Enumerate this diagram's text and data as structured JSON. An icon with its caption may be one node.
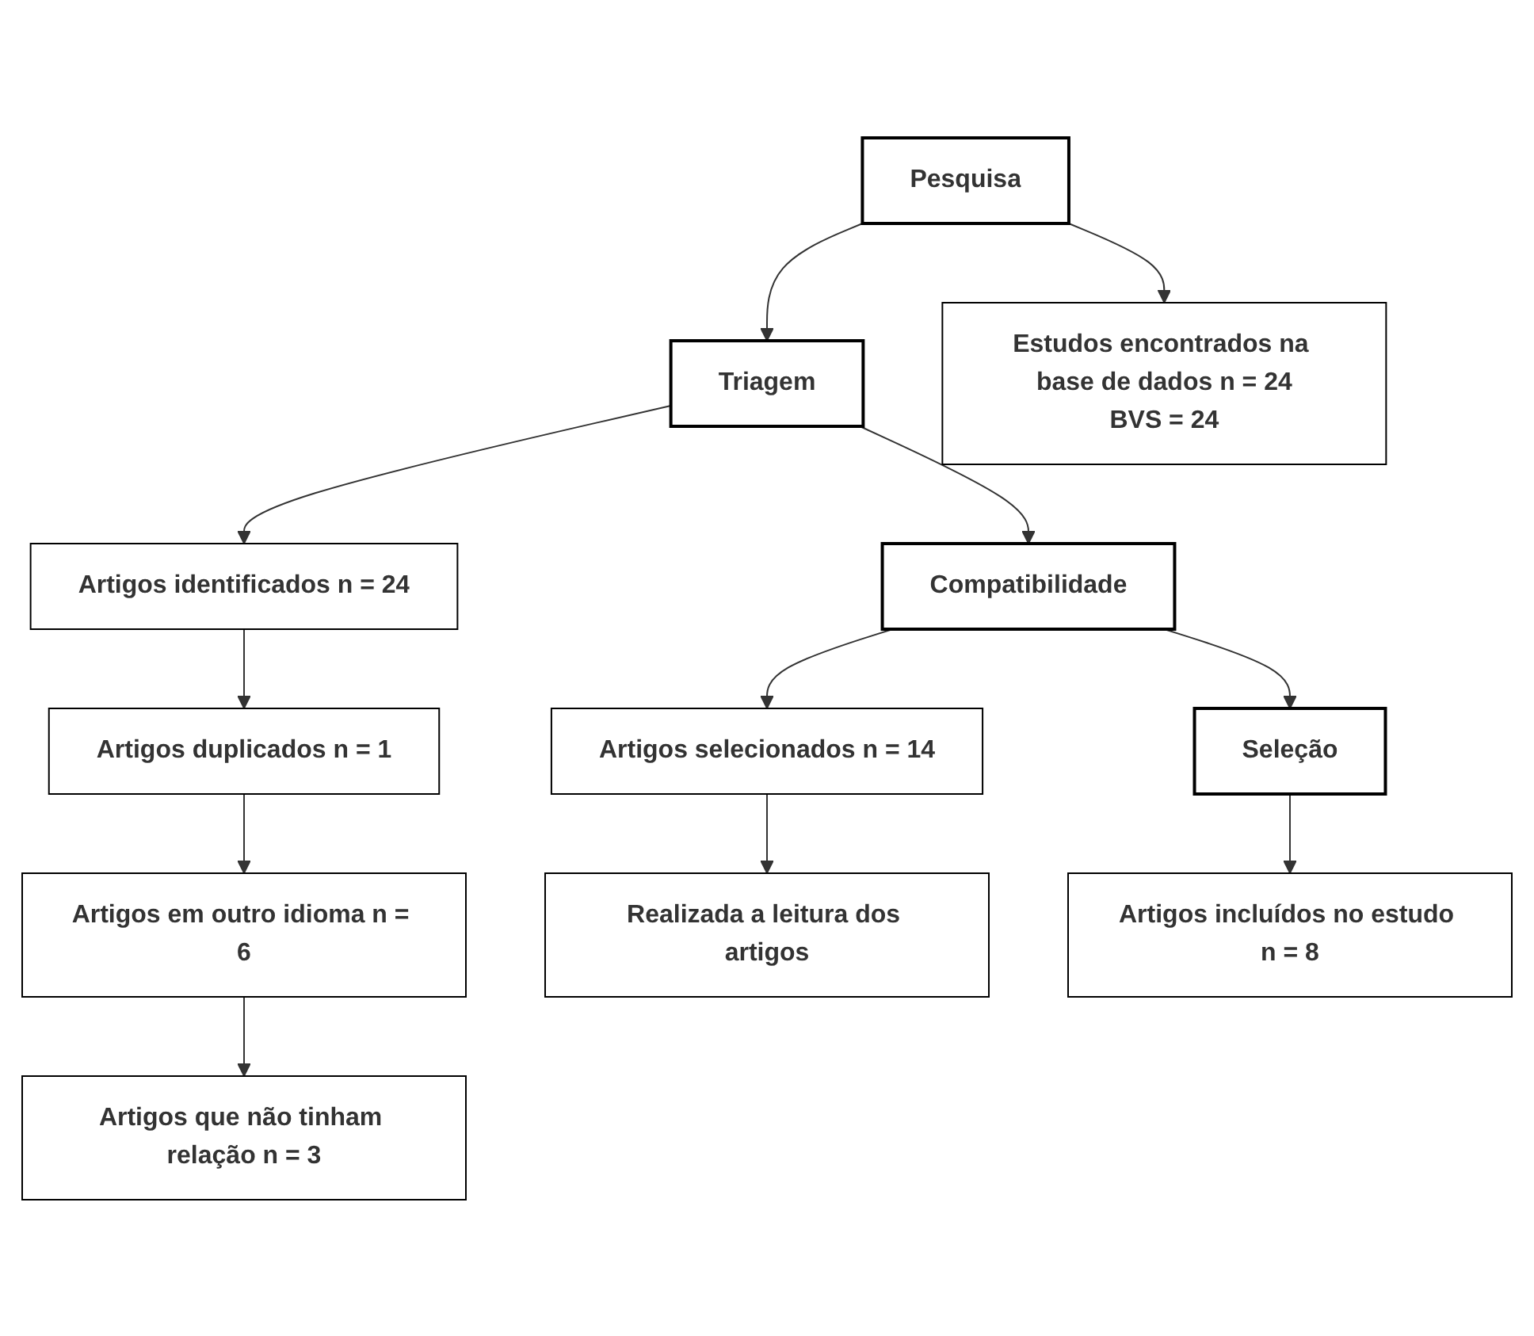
{
  "diagram": {
    "nodes": [
      {
        "text": [
          "Pesquisa"
        ]
      },
      {
        "text": [
          "Estudos encontrados na base de dados n = 24",
          "BVS = 24"
        ]
      },
      {
        "text": [
          "Triagem"
        ]
      },
      {
        "text": [
          "Artigos identificados n = 24"
        ]
      },
      {
        "text": [
          "Artigos duplicados n = 1"
        ]
      },
      {
        "text": [
          "Artigos em outro idioma n = 6"
        ]
      },
      {
        "text": [
          "Artigos que não tinham relação n = 3"
        ]
      },
      {
        "text": [
          "Compatibilidade"
        ]
      },
      {
        "text": [
          "Artigos selecionados n = 14"
        ]
      },
      {
        "text": [
          "Realizada a leitura dos artigos"
        ]
      },
      {
        "text": [
          "Seleção"
        ]
      },
      {
        "text": [
          "Artigos incluídos no estudo n = 8"
        ]
      }
    ],
    "edges": [
      {
        "from": 0,
        "to": 1,
        "arrow": "to"
      },
      {
        "from": 0,
        "to": 2,
        "arrow": "to"
      },
      {
        "from": 2,
        "to": 3,
        "arrow": "to"
      },
      {
        "from": 3,
        "to": 4,
        "arrow": "to"
      },
      {
        "from": 4,
        "to": 5,
        "arrow": "to"
      },
      {
        "from": 5,
        "to": 6,
        "arrow": "to"
      },
      {
        "from": 2,
        "to": 7,
        "arrow": "to"
      },
      {
        "from": 7,
        "to": 8,
        "arrow": "to"
      },
      {
        "from": 8,
        "to": 9,
        "arrow": "to"
      },
      {
        "from": 7,
        "to": 10,
        "arrow": "to"
      },
      {
        "from": 10,
        "to": 11,
        "arrow": "to"
      }
    ]
  }
}
